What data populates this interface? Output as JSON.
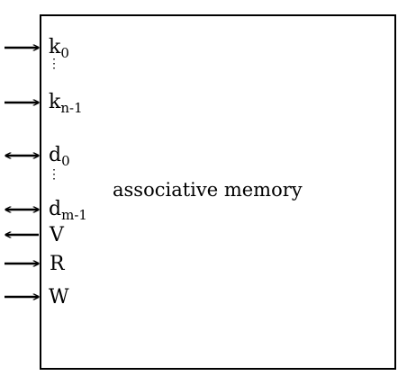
{
  "diagram": {
    "block_label": "associative memory",
    "ports": {
      "k0": {
        "base": "k",
        "sub": "0",
        "direction": "in"
      },
      "kn1": {
        "base": "k",
        "sub": "n-1",
        "direction": "in"
      },
      "d0": {
        "base": "d",
        "sub": "0",
        "direction": "bidirectional"
      },
      "dm1": {
        "base": "d",
        "sub": "m-1",
        "direction": "bidirectional"
      },
      "V": {
        "base": "V",
        "direction": "out"
      },
      "R": {
        "base": "R",
        "direction": "in"
      },
      "W": {
        "base": "W",
        "direction": "in"
      }
    },
    "ellipsis": "⋮"
  }
}
